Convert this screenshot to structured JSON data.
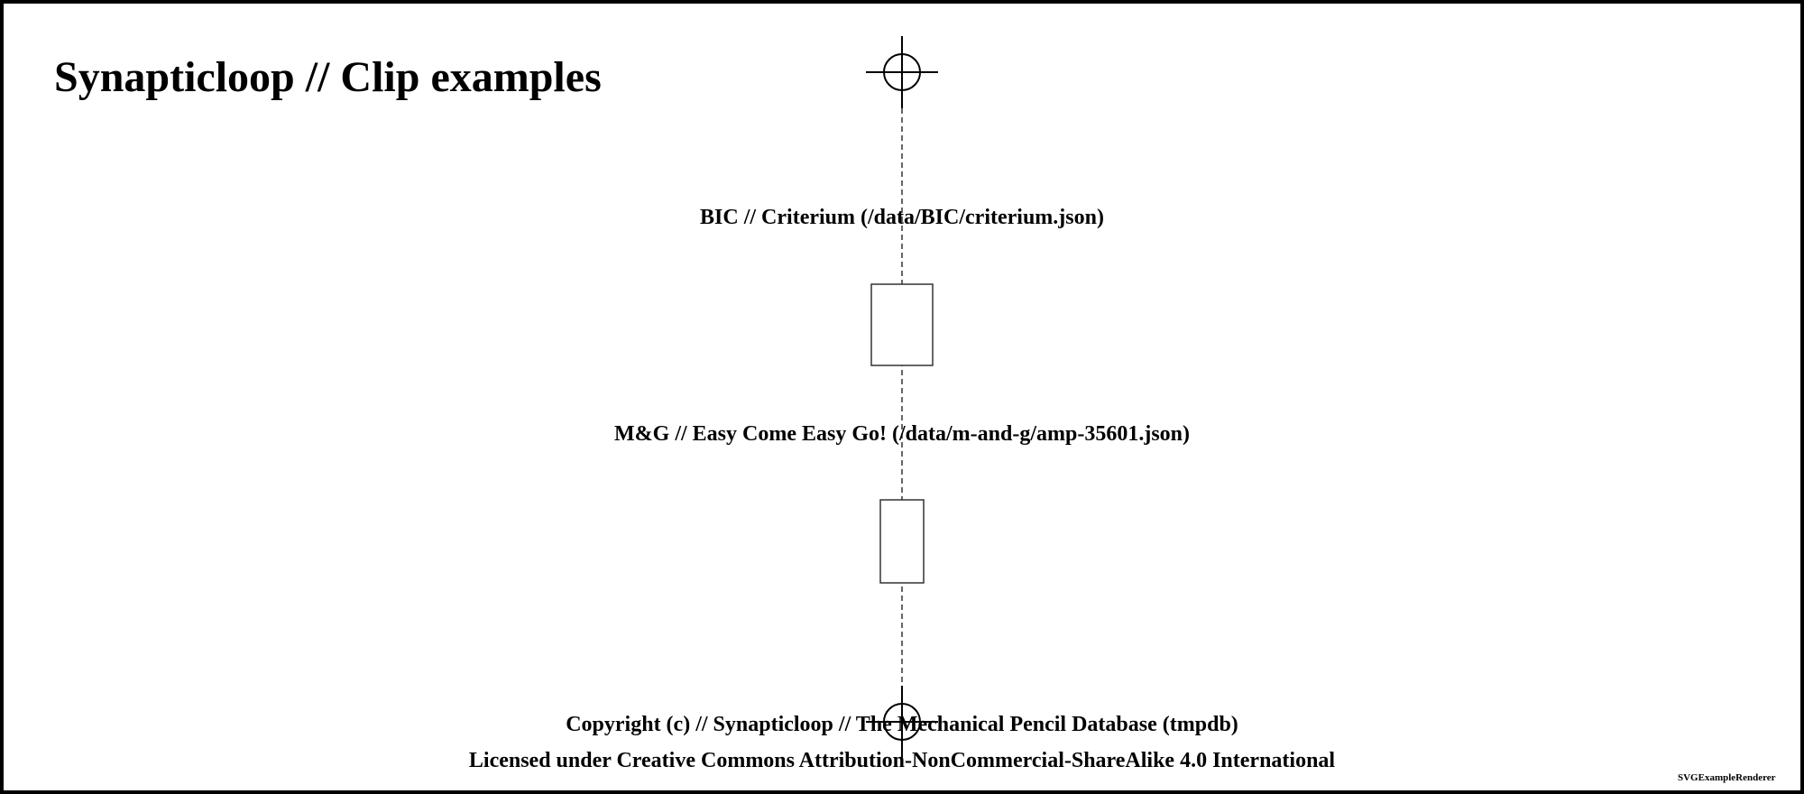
{
  "title": "Synapticloop // Clip examples",
  "clips": [
    {
      "label": "BIC // Criterium (/data/BIC/criterium.json)"
    },
    {
      "label": "M&G // Easy Come Easy Go! (/data/m-and-g/amp-35601.json)"
    }
  ],
  "footer": {
    "copyright": "Copyright (c) // Synapticloop // The Mechanical Pencil Database (tmpdb)",
    "license": "Licensed under Creative Commons Attribution-NonCommercial-ShareAlike 4.0 International"
  },
  "renderer_credit": "SVGExampleRenderer",
  "colors": {
    "background": "#ffffff",
    "ink": "#000000",
    "centerline": "#333333"
  },
  "icons": {
    "top_marker": "registration-crosshair-icon",
    "bottom_marker": "registration-crosshair-icon"
  }
}
